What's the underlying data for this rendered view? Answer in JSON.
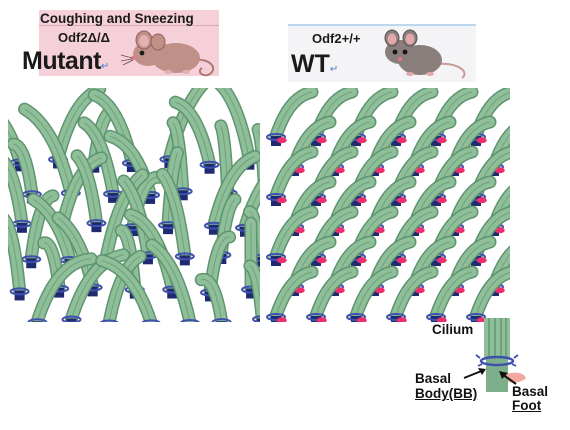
{
  "mutant": {
    "phenotype": "Coughing and Sneezing",
    "genotype": "Odf2Δ/Δ",
    "label": "Mutant"
  },
  "wildtype": {
    "genotype": "Odf2+/+",
    "label": "WT"
  },
  "legend": {
    "cilium": "Cilium",
    "basal_line1": "Basal",
    "basal_line2": "Body(BB)",
    "foot_line1": "Basal",
    "foot_line2": "Foot"
  },
  "colors": {
    "mutant_bg": "#f6d0d8",
    "cilium_green": "#8fbf98",
    "cilium_dark": "#5f9470",
    "basal_body_blue": "#3f4fb0",
    "basal_body_dark": "#202a70",
    "basal_foot_pink": "#ee2e6e",
    "mouse_mutant": "#c09088",
    "mouse_wt": "#8a7e7c"
  },
  "icons": [
    "mouse-mutant-icon",
    "mouse-wt-icon",
    "arrow-icon"
  ]
}
